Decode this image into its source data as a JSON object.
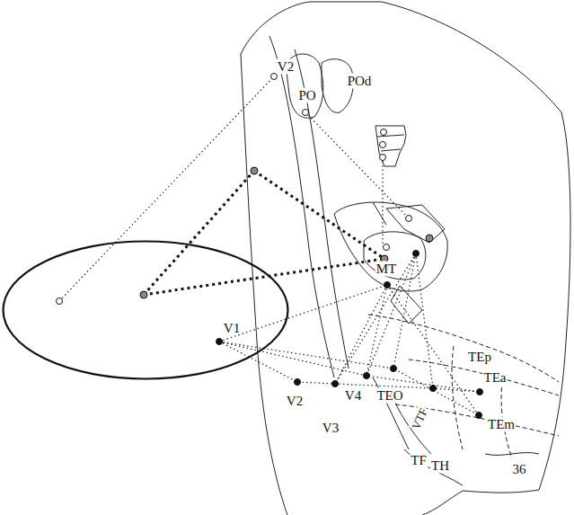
{
  "diagram": {
    "nodes": [
      {
        "text": [
          "V1"
        ]
      }
    ],
    "labels": [
      "V2",
      "PO",
      "POd",
      "MT",
      "TEp",
      "TEa",
      "V2",
      "V4",
      "TEO",
      "VTF",
      "TEm",
      "V3",
      "TF",
      "TH",
      "36"
    ]
  }
}
